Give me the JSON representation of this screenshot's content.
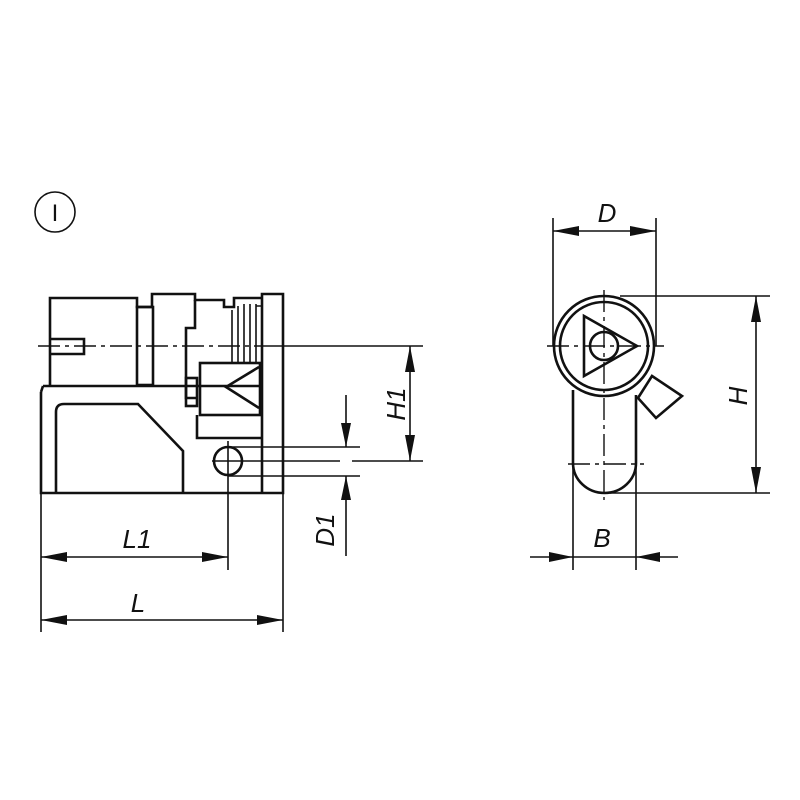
{
  "view_label": "I",
  "dimensions": {
    "L": "L",
    "L1": "L1",
    "H1": "H1",
    "D1": "D1",
    "D": "D",
    "H": "H",
    "B": "B"
  },
  "colors": {
    "line": "#111111",
    "background": "#ffffff"
  }
}
